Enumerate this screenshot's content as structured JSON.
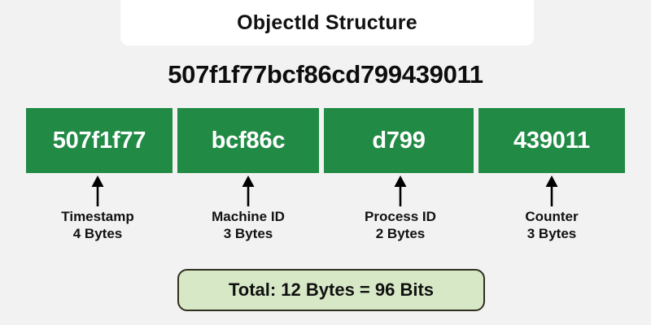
{
  "page": {
    "background_color": "#f2f2f2",
    "title": "ObjectId Structure"
  },
  "hex": {
    "value": "507f1f77bcf86cd799439011"
  },
  "segments": [
    {
      "hex": "507f1f77",
      "name": "Timestamp",
      "size": "4 Bytes",
      "color": "#218a45"
    },
    {
      "hex": "bcf86c",
      "name": "Machine ID",
      "size": "3 Bytes",
      "color": "#218a45"
    },
    {
      "hex": "d799",
      "name": "Process ID",
      "size": "2 Bytes",
      "color": "#218a45"
    },
    {
      "hex": "439011",
      "name": "Counter",
      "size": "3 Bytes",
      "color": "#218a45"
    }
  ],
  "total": {
    "label": "Total: 12 Bytes = 96 Bits",
    "fill_color": "#d7e8c7",
    "border_color": "#2f2f20"
  }
}
